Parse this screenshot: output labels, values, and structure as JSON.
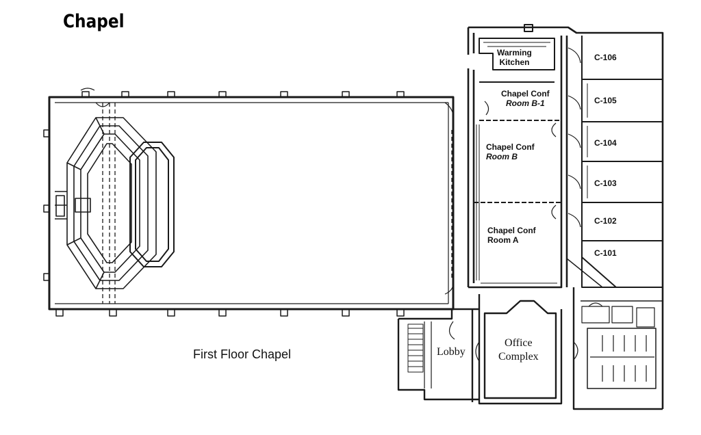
{
  "header": {
    "title": "Chapel"
  },
  "caption": "First Floor Chapel",
  "rooms": {
    "warming_kitchen": [
      "Warming",
      "Kitchen"
    ],
    "conf_b1": [
      "Chapel Conf",
      "Room B-1"
    ],
    "conf_b": [
      "Chapel Conf",
      "Room B"
    ],
    "conf_a": [
      "Chapel Conf",
      "Room A"
    ],
    "c106": "C-106",
    "c105": "C-105",
    "c104": "C-104",
    "c103": "C-103",
    "c102": "C-102",
    "c101": "C-101",
    "lobby": "Lobby",
    "office": [
      "Office",
      "Complex"
    ]
  },
  "colors": {
    "ink": "#1a1a1a",
    "paper": "#ffffff"
  }
}
